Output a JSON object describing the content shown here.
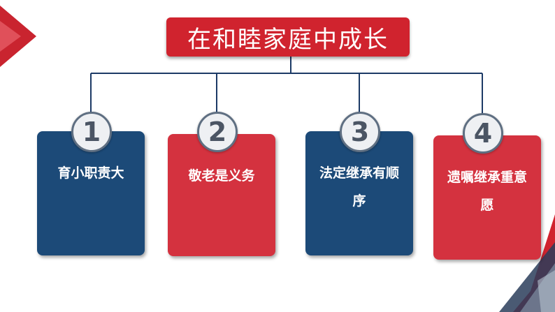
{
  "title": "在和睦家庭中成长",
  "cards": [
    {
      "number": "1",
      "text": "育小职责大",
      "color": "#1c4a78"
    },
    {
      "number": "2",
      "text": "敬老是义务",
      "color": "#d4323f"
    },
    {
      "number": "3",
      "text": "法定继承有顺序",
      "color": "#1c4a78"
    },
    {
      "number": "4",
      "text": "遗嘱继承重意愿",
      "color": "#d4323f"
    }
  ],
  "colors": {
    "accent_red": "#d0232e",
    "navy": "#1c4a78",
    "connector": "#1c3a66"
  }
}
